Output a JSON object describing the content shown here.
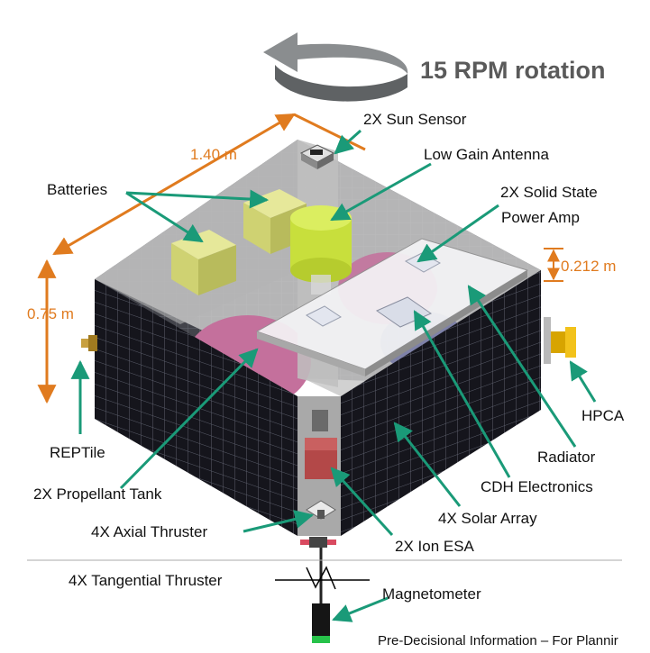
{
  "title": "15 RPM rotation",
  "footer": "Pre-Decisional Information – For Plannir",
  "colors": {
    "leader": "#1a9a78",
    "dimension": "#e07b1f",
    "solar_panel": "#15151c",
    "grid": "#5b5e6b",
    "battery": "#d6d97a",
    "antenna": "#c8df3c",
    "tank": "#c4709c"
  },
  "dimensions": {
    "width": "1.40 m",
    "height": "0.75 m",
    "panel": "0.212 m"
  },
  "labels": {
    "sun_sensor": "2X Sun Sensor",
    "low_gain_antenna": "Low Gain Antenna",
    "batteries": "Batteries",
    "sspa_line1": "2X Solid State",
    "sspa_line2": "Power Amp",
    "reptile": "REPTile",
    "hpca": "HPCA",
    "propellant_tank": "2X Propellant Tank",
    "radiator": "Radiator",
    "cdh": "CDH Electronics",
    "solar_array": "4X Solar Array",
    "axial_thruster": "4X Axial Thruster",
    "ion_esa": "2X Ion ESA",
    "tangential_thruster": "4X Tangential Thruster",
    "magnetometer": "Magnetometer"
  }
}
